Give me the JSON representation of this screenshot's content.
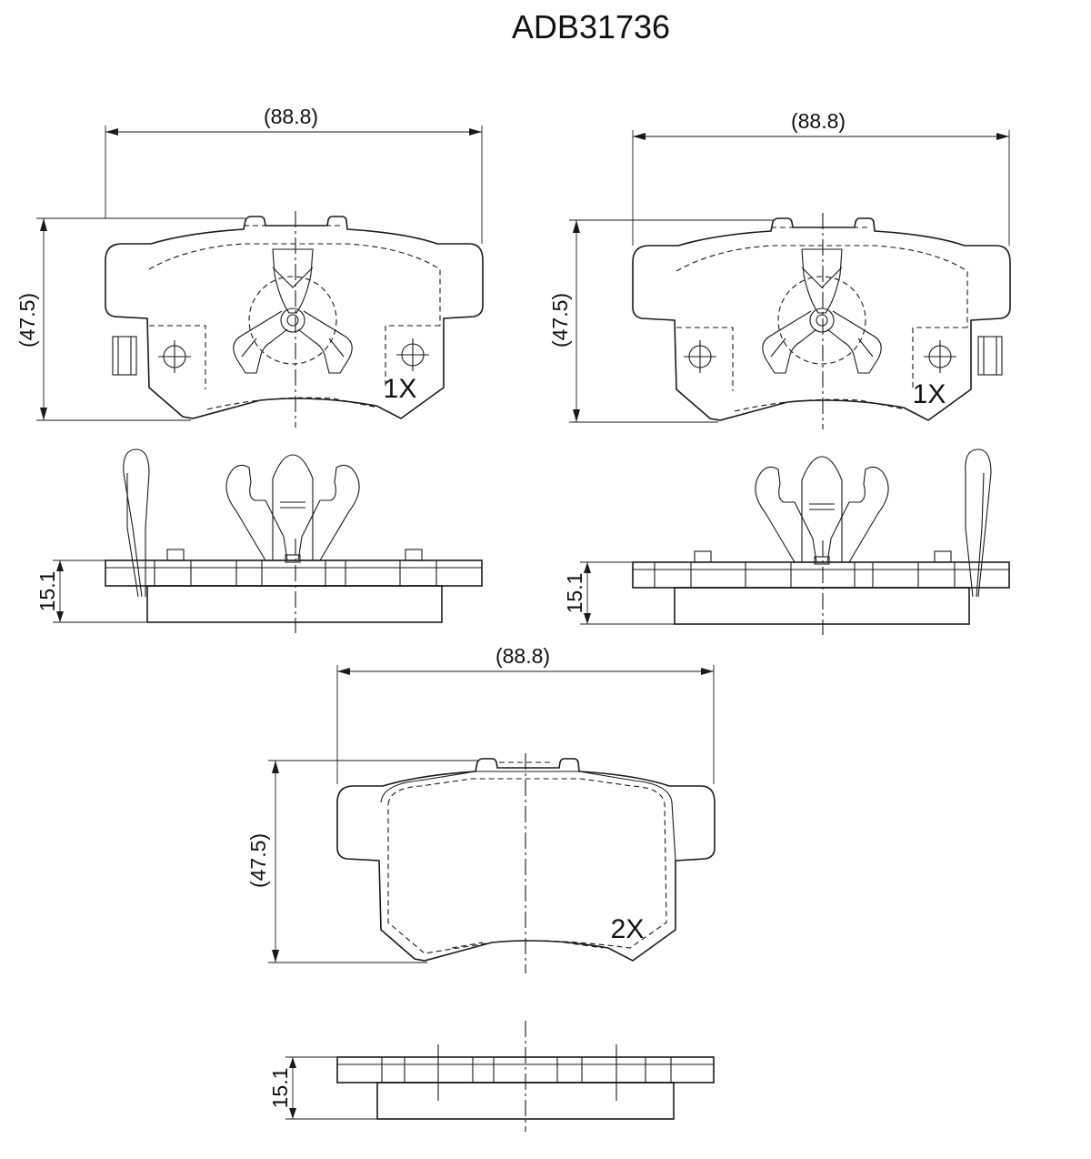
{
  "drawing": {
    "part_number": "ADB31736",
    "views": [
      {
        "id": "pad-left",
        "width_label": "(88.8)",
        "height_label": "(47.5)",
        "thickness_label": "15.1",
        "quantity_label": "1X"
      },
      {
        "id": "pad-right",
        "width_label": "(88.8)",
        "height_label": "(47.5)",
        "thickness_label": "15.1",
        "quantity_label": "1X"
      },
      {
        "id": "pad-bottom",
        "width_label": "(88.8)",
        "height_label": "(47.5)",
        "thickness_label": "15.1",
        "quantity_label": "2X"
      }
    ]
  }
}
